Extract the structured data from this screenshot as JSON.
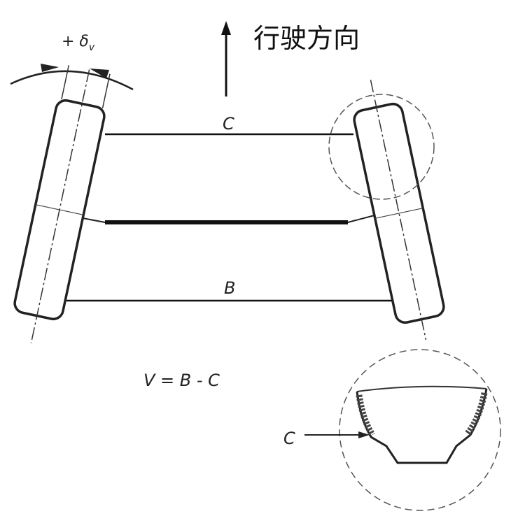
{
  "title": "行驶方向",
  "labels": {
    "angle": "+ δ",
    "angle_sub": "v",
    "front_distance": "C",
    "rear_distance": "B",
    "formula": "V = B - C",
    "detail_callout": "C"
  }
}
